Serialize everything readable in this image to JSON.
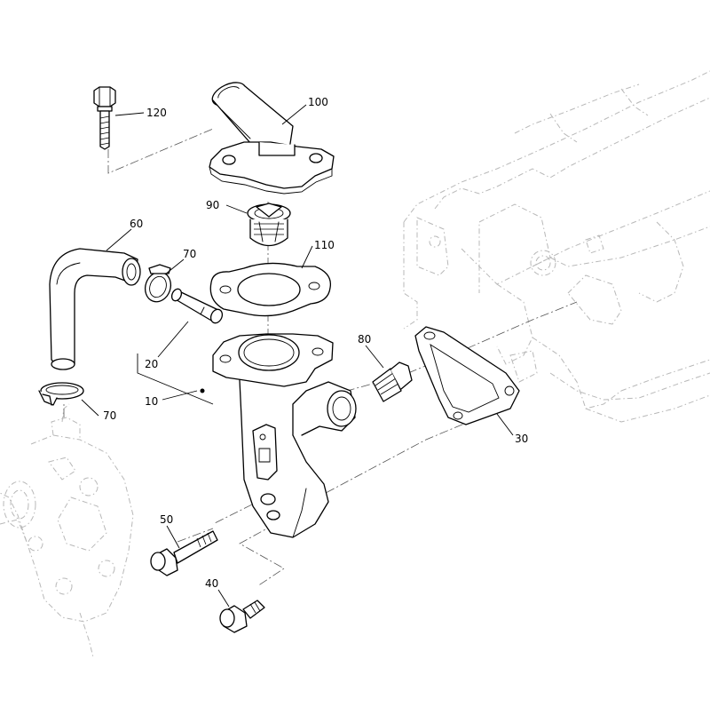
{
  "callouts": [
    {
      "id": "c120",
      "text": "120"
    },
    {
      "id": "c100",
      "text": "100"
    },
    {
      "id": "c90",
      "text": "90"
    },
    {
      "id": "c110",
      "text": "110"
    },
    {
      "id": "c60",
      "text": "60"
    },
    {
      "id": "c70a",
      "text": "70"
    },
    {
      "id": "c70b",
      "text": "70"
    },
    {
      "id": "c20",
      "text": "20"
    },
    {
      "id": "c10",
      "text": "10"
    },
    {
      "id": "c80",
      "text": "80"
    },
    {
      "id": "c30",
      "text": "30"
    },
    {
      "id": "c50",
      "text": "50"
    },
    {
      "id": "c40",
      "text": "40"
    }
  ]
}
